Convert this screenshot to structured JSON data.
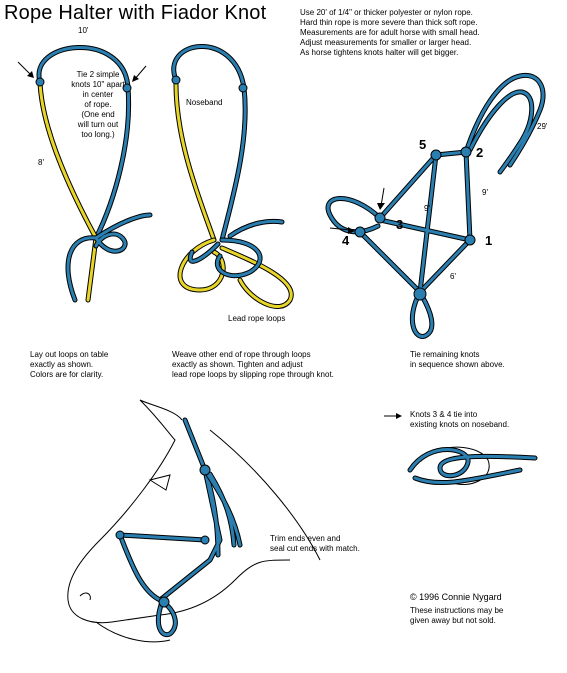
{
  "title": "Rope Halter with Fiador Knot",
  "instructions": [
    "Use 20' of 1/4\" or thicker polyester or nylon rope.",
    "Hard thin rope is more severe than thick soft rope.",
    "Measurements are for adult horse with small head.",
    "Adjust measurements for smaller or larger head.",
    "As horse tightens knots halter will get bigger."
  ],
  "panel1": {
    "measure_top": "10'",
    "measure_side": "8'",
    "note": [
      "Tie 2 simple",
      "knots 10\" apart",
      "in center",
      "of rope.",
      "(One end",
      "will turn out",
      "too long.)"
    ],
    "caption": [
      "Lay out loops on table",
      "exactly as shown.",
      "Colors are for clarity."
    ]
  },
  "panel2": {
    "noseband_label": "Noseband",
    "loops_label": "Lead rope loops",
    "caption": [
      "Weave other end of rope through loops",
      "exactly as shown. Tighten and adjust",
      "lead rope loops by slipping rope through knot."
    ]
  },
  "panel3": {
    "knot_numbers": [
      "5",
      "2",
      "3",
      "4",
      "1"
    ],
    "measure_rope": "29'",
    "measure_9a": "9'",
    "measure_9b": "9'",
    "measure_6": "6'",
    "caption": [
      "Tie remaining knots",
      "in sequence shown above."
    ]
  },
  "knot_note": [
    "Knots 3 & 4 tie into",
    "existing knots on noseband."
  ],
  "trim_note": [
    "Trim ends even and",
    "seal cut ends with match."
  ],
  "copyright": "© 1996 Connie Nygard",
  "distribution": [
    "These instructions may be",
    "given away but not sold."
  ],
  "colors": {
    "blue_rope": "#2a7fb0",
    "yellow_rope": "#e8d52a",
    "outline": "#000000"
  }
}
